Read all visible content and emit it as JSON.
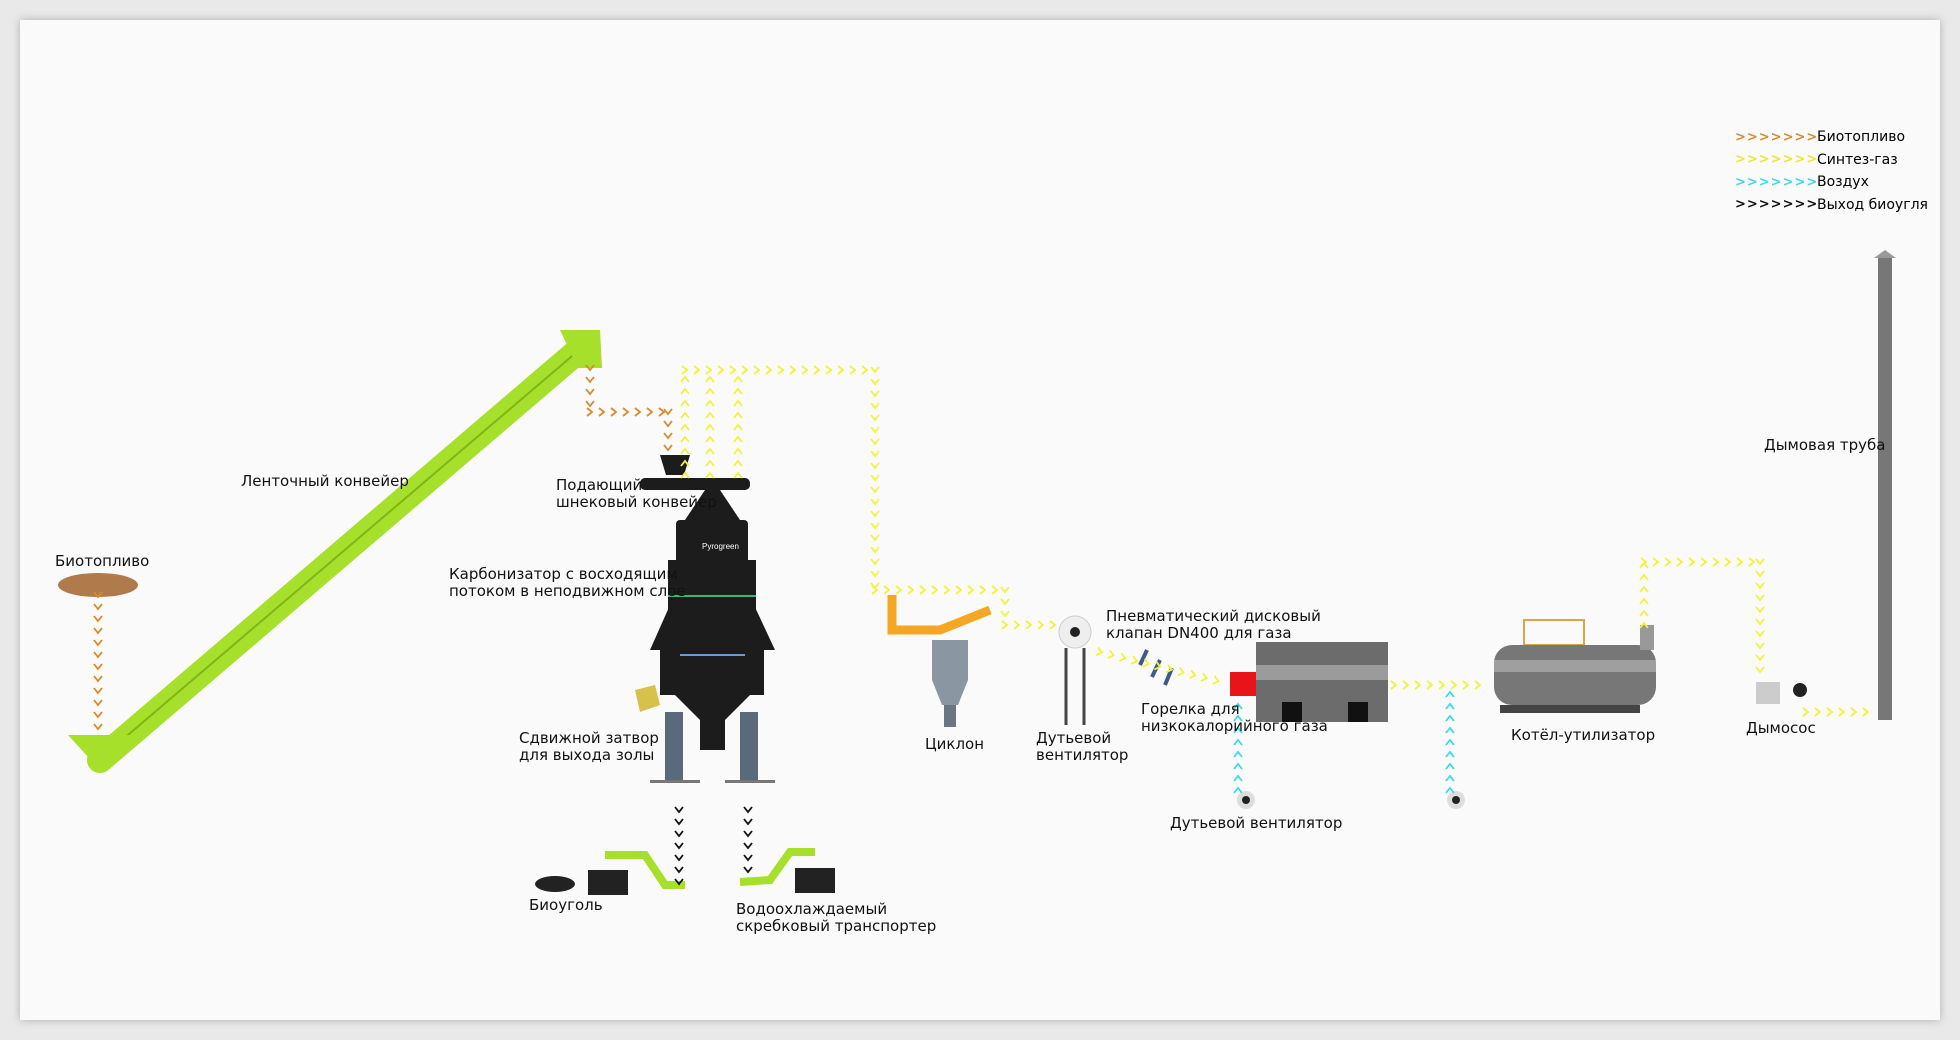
{
  "colors": {
    "biofuel": "#d98a2b",
    "syngas": "#f2f23a",
    "air": "#3fd8e8",
    "biochar": "#111111",
    "conveyor": "#a6e02a"
  },
  "legend": [
    {
      "label": "Биотопливо",
      "color": "#d98a2b"
    },
    {
      "label": "Синтез-газ",
      "color": "#f2f23a"
    },
    {
      "label": "Воздух",
      "color": "#3fd8e8"
    },
    {
      "label": "Выход биоугля",
      "color": "#111111"
    }
  ],
  "brand": "Pyrogreen",
  "labels": {
    "biofuel": "Биотопливо",
    "belt_conveyor": "Ленточный конвейер",
    "screw_conveyor_1": "Подающий",
    "screw_conveyor_2": "шнековый конвейер",
    "carbonizer_1": "Карбонизатор с восходящим",
    "carbonizer_2": "потоком в неподвижном слое",
    "gate_1": "Сдвижной затвор",
    "gate_2": "для выхода золы",
    "biochar": "Биоуголь",
    "scraper_1": "Водоохлаждаемый",
    "scraper_2": "скребковый транспортер",
    "cyclone": "Циклон",
    "fan1_1": "Дутьевой",
    "fan1_2": "вентилятор",
    "valve_1": "Пневматический дисковый",
    "valve_2": "клапан DN400 для газа",
    "burner_1": "Горелка для",
    "burner_2": "низкокалорийного газа",
    "fan2": "Дутьевой вентилятор",
    "boiler": "Котёл-утилизатор",
    "exhauster": "Дымосос",
    "stack": "Дымовая труба"
  }
}
